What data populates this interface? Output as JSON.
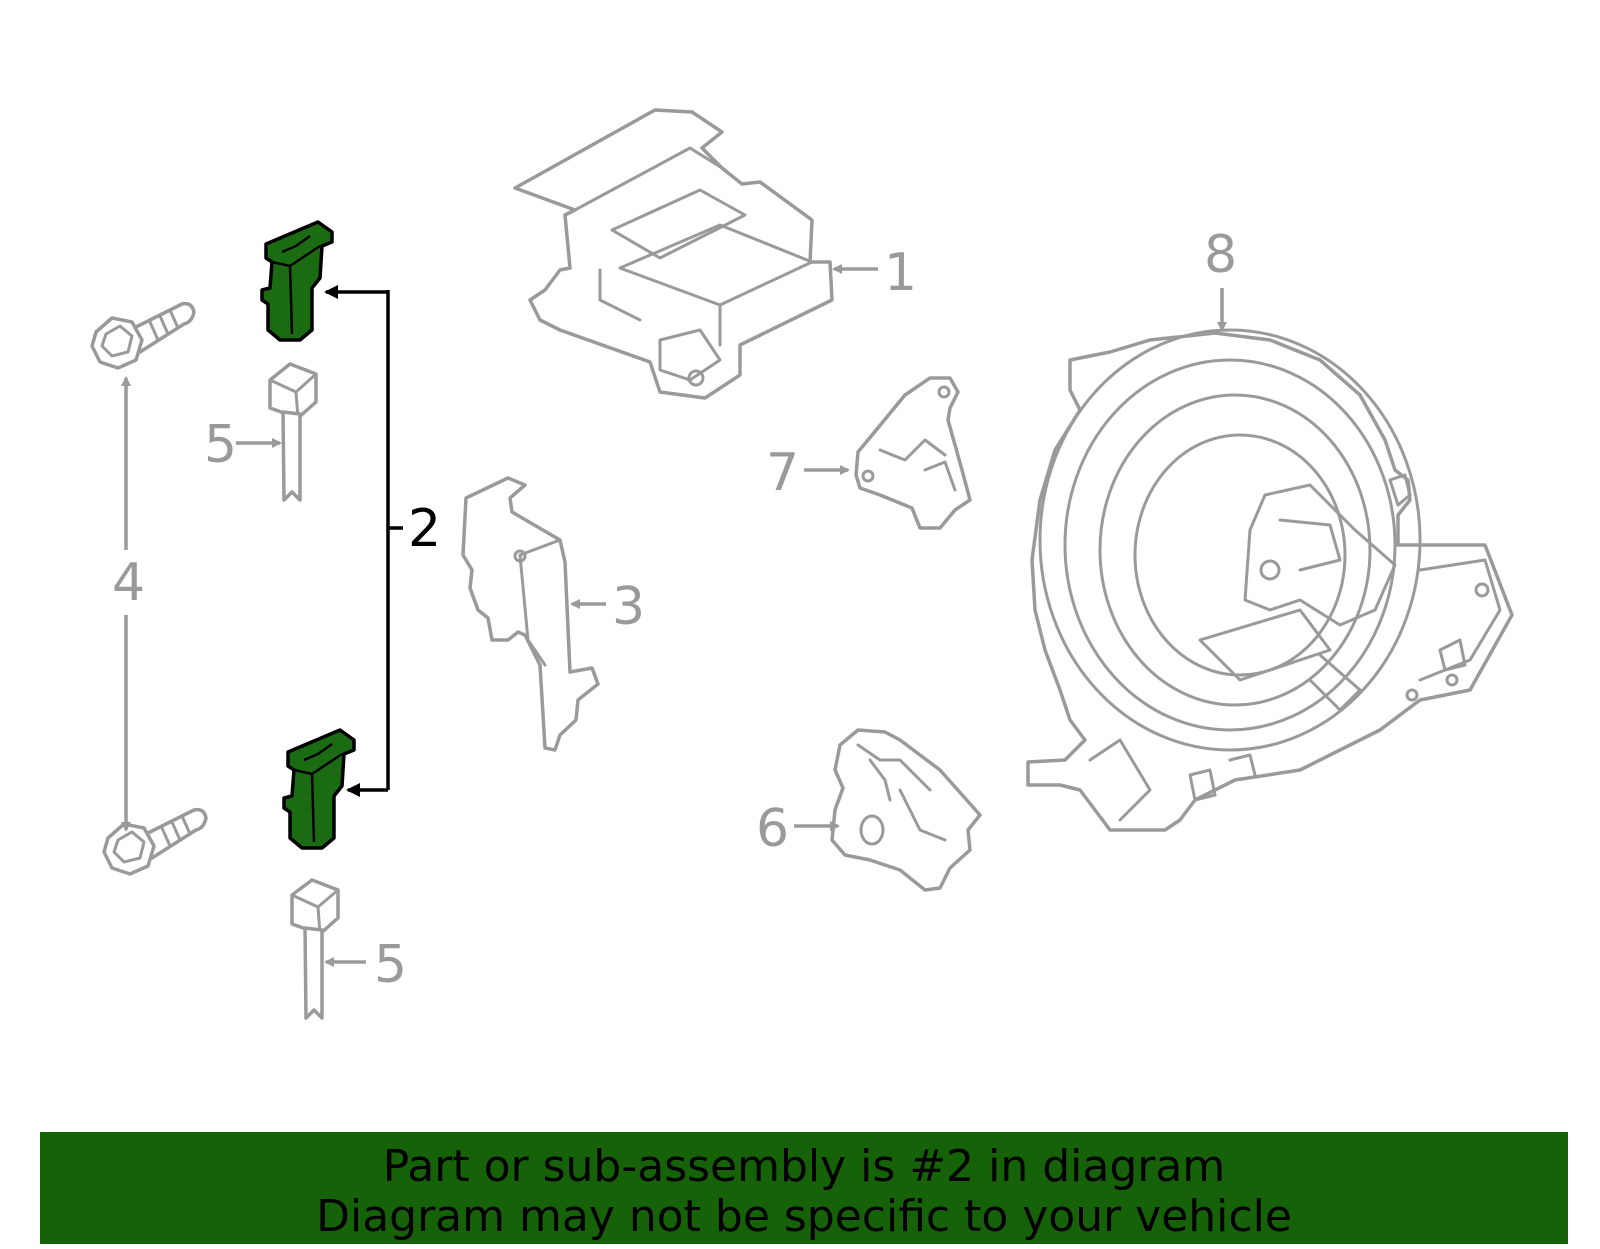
{
  "colors": {
    "highlight": "#1a6b12",
    "banner": "#156209",
    "line_art": "#9a9a9a"
  },
  "callouts": {
    "c1": "1",
    "c2": "2",
    "c3": "3",
    "c4": "4",
    "c5a": "5",
    "c5b": "5",
    "c6": "6",
    "c7": "7",
    "c8": "8"
  },
  "highlighted_part": "2",
  "banner": {
    "line1": "Part or sub-assembly is #2 in diagram",
    "line2": "Diagram may not be specific to your vehicle"
  }
}
